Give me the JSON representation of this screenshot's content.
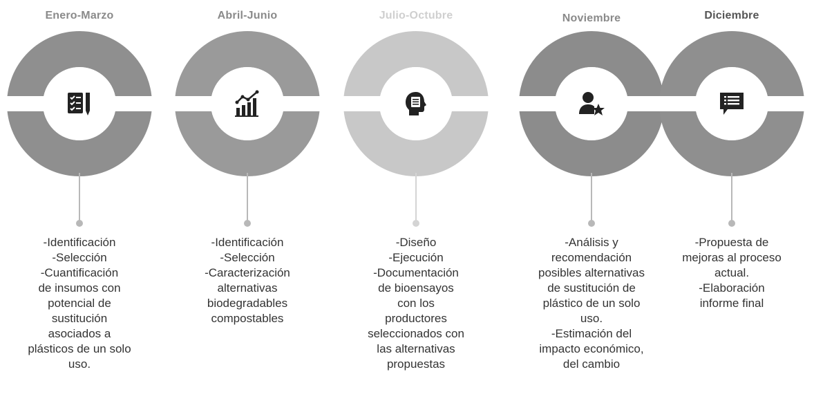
{
  "colors": {
    "ring_dark": "#8f8f8f",
    "ring_light": "#c8c8c8",
    "ring_mid": "#9a9a9a",
    "icon_dark": "#222222",
    "title_gray": "#8a8a8a",
    "title_light": "#cfcfcf",
    "title_dark": "#555555",
    "connector": "#b8b8b8",
    "text": "#333333"
  },
  "phases": [
    {
      "title": "Enero-Marzo",
      "icon": "checklist-pen-icon",
      "lines": [
        "-Identificación",
        "-Selección",
        "-Cuantificación",
        "de insumos con",
        "potencial de",
        "sustitución",
        "asociados a",
        "plásticos de un solo",
        "uso."
      ]
    },
    {
      "title": "Abril-Junio",
      "icon": "growth-chart-icon",
      "lines": [
        "-Identificación",
        "-Selección",
        "-Caracterización",
        "alternativas",
        "biodegradables",
        "compostables"
      ]
    },
    {
      "title": "Julio-Octubre",
      "icon": "head-document-icon",
      "lines": [
        "-Diseño",
        "-Ejecución",
        "-Documentación",
        "de bioensayos",
        "con los",
        "productores",
        "seleccionados con",
        "las alternativas",
        "propuestas"
      ]
    },
    {
      "title": "Noviembre",
      "icon": "person-star-icon",
      "lines": [
        "-Análisis y",
        "recomendación",
        "posibles alternativas",
        "de sustitución de",
        "plástico de un solo",
        "uso.",
        "-Estimación del",
        "impacto económico,",
        "del cambio"
      ]
    },
    {
      "title": "Diciembre",
      "icon": "speech-list-icon",
      "lines": [
        "-Propuesta de",
        "mejoras al proceso",
        "actual.",
        "-Elaboración",
        "informe final"
      ]
    }
  ]
}
